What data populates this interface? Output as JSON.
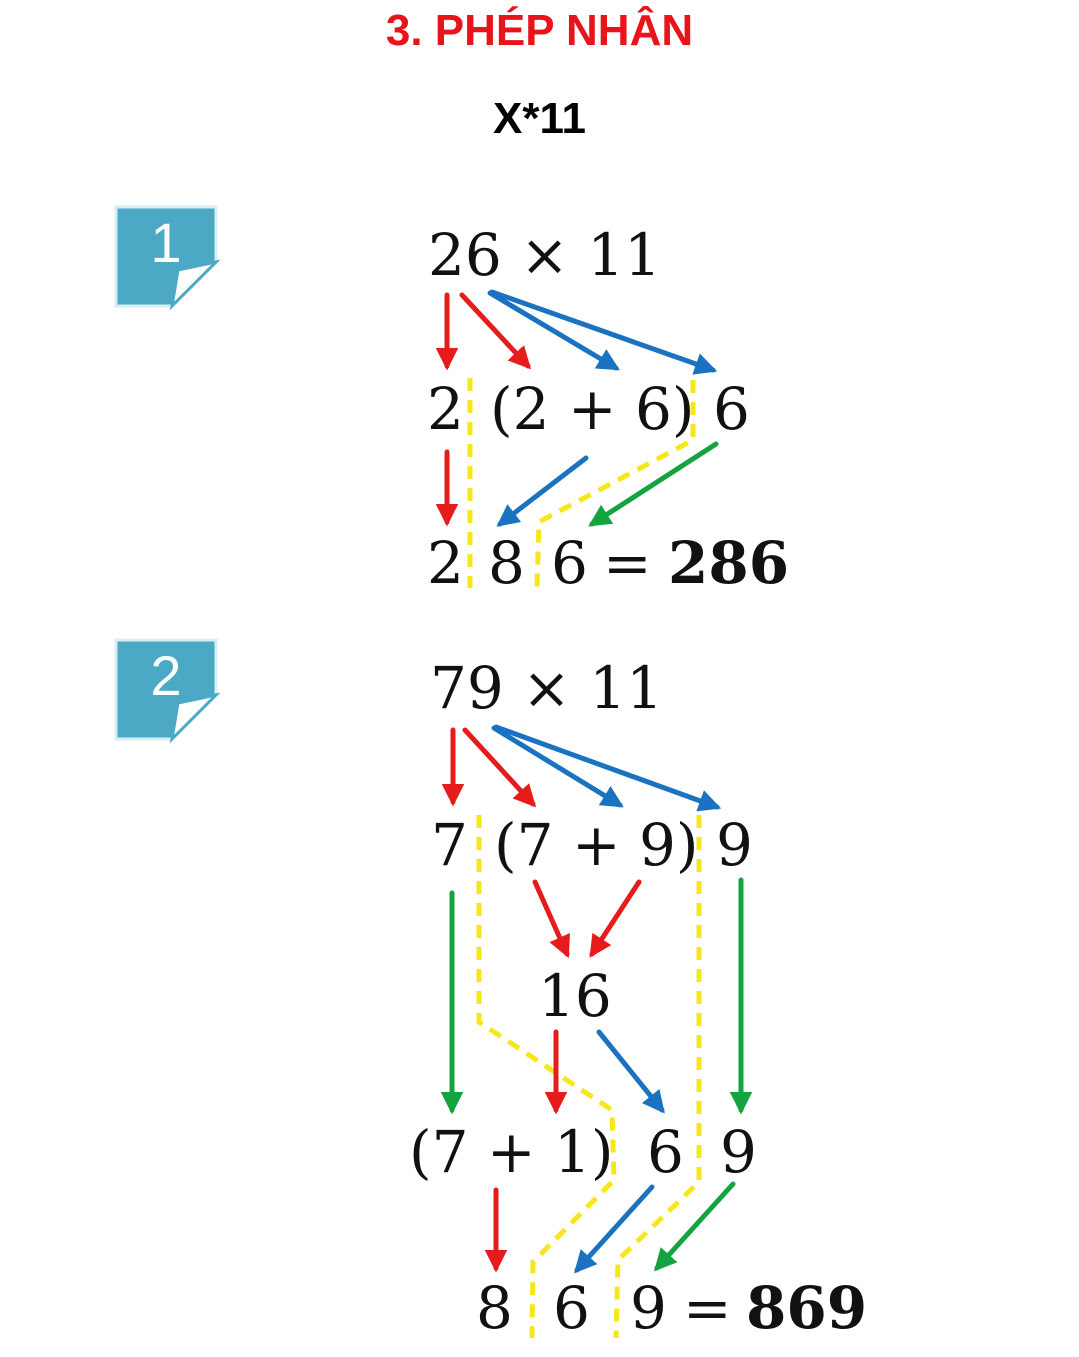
{
  "header": {
    "title": "3. PHÉP NHÂN",
    "subtitle": "X*11"
  },
  "colors": {
    "title": "#e8141c",
    "badge": "#4ba9c6",
    "red": "#e61b1b",
    "blue": "#1a72c0",
    "green": "#14a33e",
    "divider": "#f5e71a"
  },
  "examples": [
    {
      "badge": "1",
      "problem": "26 × 11",
      "row1": {
        "left": "2",
        "middle": "(2 + 6)",
        "right": "6"
      },
      "row2": {
        "d1": "2",
        "d2": "8",
        "d3": "6",
        "eq": "=",
        "result": "286"
      }
    },
    {
      "badge": "2",
      "problem": "79 × 11",
      "row1": {
        "left": "7",
        "middle": "(7 + 9)",
        "right": "9"
      },
      "sum": "16",
      "row2": {
        "left": "(7 + 1)",
        "mid": "6",
        "right": "9"
      },
      "row3": {
        "d1": "8",
        "d2": "6",
        "d3": "9",
        "eq": "=",
        "result": "869"
      }
    }
  ]
}
